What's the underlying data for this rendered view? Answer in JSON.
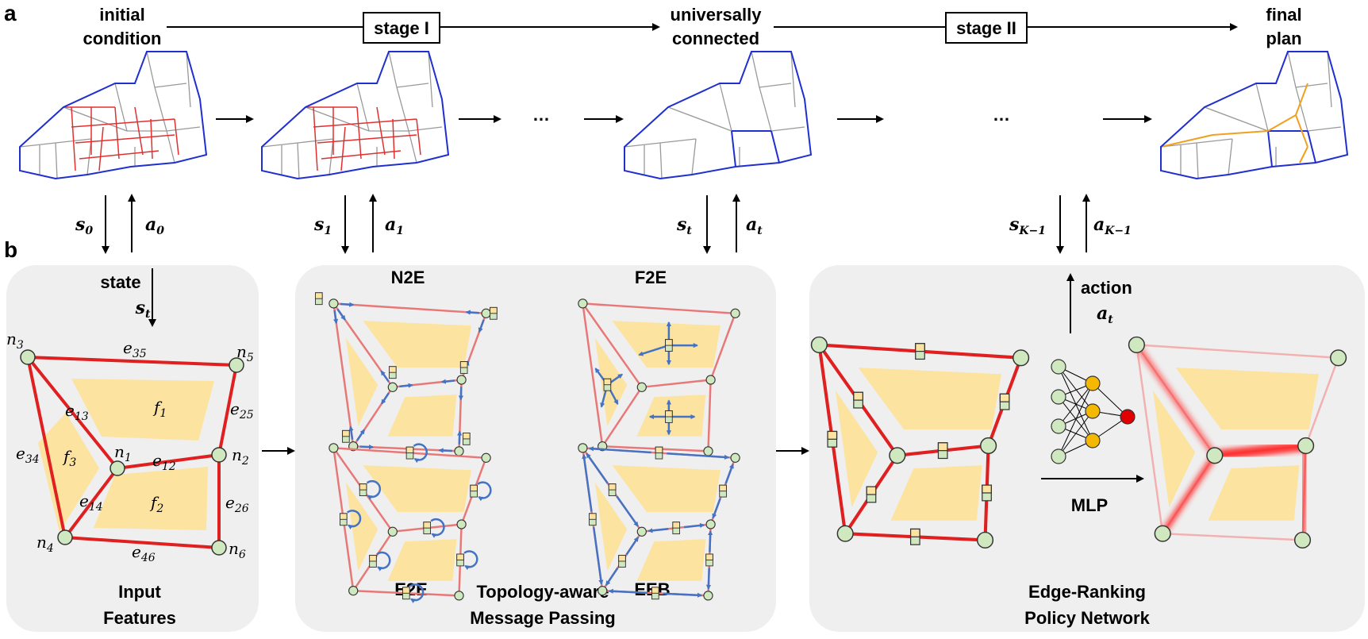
{
  "panel_a": {
    "letter": "a",
    "stages": {
      "initial": [
        "initial",
        "condition"
      ],
      "universal": [
        "universally",
        "connected"
      ],
      "final": [
        "final",
        "plan"
      ],
      "stage1": "stage I",
      "stage2": "stage II"
    },
    "ellipsis": "…",
    "states": [
      {
        "s": "s",
        "s_sub": "0",
        "a": "a",
        "a_sub": "0"
      },
      {
        "s": "s",
        "s_sub": "1",
        "a": "a",
        "a_sub": "1"
      },
      {
        "s": "s",
        "s_sub": "t",
        "a": "a",
        "a_sub": "t"
      },
      {
        "s": "s",
        "s_sub": "K−1",
        "a": "a",
        "a_sub": "K−1"
      }
    ]
  },
  "panel_b": {
    "letter": "b",
    "input": {
      "state_label": "state",
      "state_sym": "s",
      "state_sub": "t",
      "caption": [
        "Input",
        "Features"
      ],
      "nodes": [
        {
          "n": "n",
          "sub": "3"
        },
        {
          "n": "n",
          "sub": "5"
        },
        {
          "n": "n",
          "sub": "1"
        },
        {
          "n": "n",
          "sub": "2"
        },
        {
          "n": "n",
          "sub": "4"
        },
        {
          "n": "n",
          "sub": "6"
        }
      ],
      "edges": [
        {
          "e": "e",
          "sub": "35"
        },
        {
          "e": "e",
          "sub": "13"
        },
        {
          "e": "e",
          "sub": "25"
        },
        {
          "e": "e",
          "sub": "34"
        },
        {
          "e": "e",
          "sub": "12"
        },
        {
          "e": "e",
          "sub": "14"
        },
        {
          "e": "e",
          "sub": "26"
        },
        {
          "e": "e",
          "sub": "46"
        }
      ],
      "faces": [
        {
          "f": "f",
          "sub": "1"
        },
        {
          "f": "f",
          "sub": "3"
        },
        {
          "f": "f",
          "sub": "2"
        }
      ]
    },
    "message_passing": {
      "n2e": "N2E",
      "f2e": "F2E",
      "e2e": "E2E",
      "eeb": "EEB",
      "caption": [
        "Topology-aware",
        "Message Passing"
      ]
    },
    "policy": {
      "action_label": "action",
      "action_sym": "a",
      "action_sub": "t",
      "mlp": "MLP",
      "caption": [
        "Edge-Ranking",
        "Policy Network"
      ]
    }
  },
  "colors": {
    "boundary": "#1f2fd0",
    "road_red": "#e03030",
    "road_gray": "#999999",
    "final_orange": "#f0a020",
    "face_yellow": "#fde3a0",
    "node_green": "#cfe8c0",
    "panel_gray": "#efefef",
    "msg_blue": "#4472c4",
    "mlp_orange": "#f5b800",
    "mlp_red": "#e00000"
  }
}
